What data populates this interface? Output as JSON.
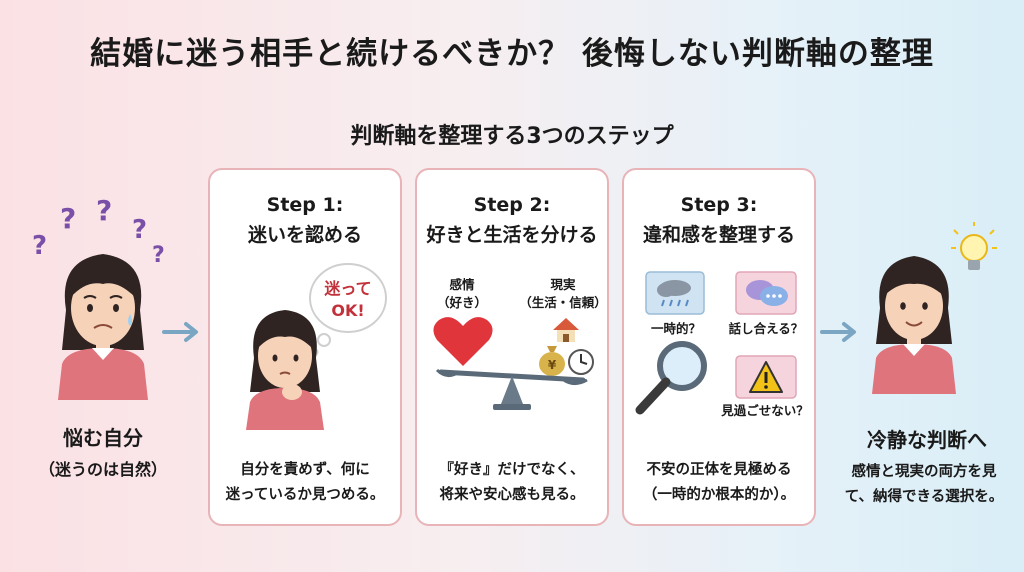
{
  "title": "結婚に迷う相手と続けるべきか？ 後悔しない判断軸の整理",
  "subtitle": "判断軸を整理する3つのステップ",
  "left": {
    "label": "悩む自分",
    "sublabel": "（迷うのは自然）"
  },
  "right": {
    "label": "冷静な判断へ",
    "desc_line1": "感情と現実の両方を見",
    "desc_line2": "て、納得できる選択を。"
  },
  "steps": [
    {
      "step": "Step 1:",
      "heading": "迷いを認める",
      "bubble_line1": "迷って",
      "bubble_line2": "OK!",
      "desc_line1": "自分を責めず、何に",
      "desc_line2": "迷っているか見つめる。"
    },
    {
      "step": "Step 2:",
      "heading": "好きと生活を分ける",
      "left_line1": "感情",
      "left_line2": "（好き）",
      "right_line1": "現実",
      "right_line2": "（生活・信頼）",
      "desc_line1": "『好き』だけでなく、",
      "desc_line2": "将来や安心感も見る。"
    },
    {
      "step": "Step 3:",
      "heading": "違和感を整理する",
      "q1": "一時的？",
      "q2": "話し合える？",
      "q3": "見過ごせない？",
      "desc_line1": "不安の正体を見極める",
      "desc_line2": "（一時的か根本的か）。"
    }
  ],
  "colors": {
    "card_border": "#e8b4b8",
    "arrow": "#7aa6c4",
    "heart": "#e0353b",
    "question": "#7a4fa8"
  }
}
